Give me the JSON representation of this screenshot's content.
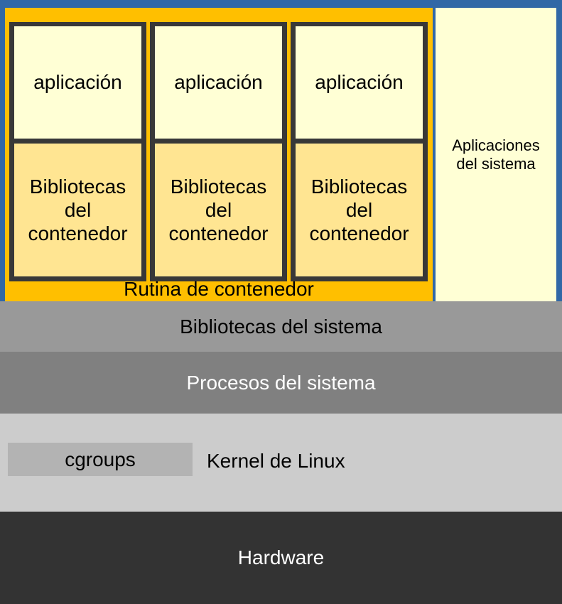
{
  "containers": [
    {
      "app": "aplicación",
      "libs": "Bibliotecas del contenedor"
    },
    {
      "app": "aplicación",
      "libs": "Bibliotecas del contenedor"
    },
    {
      "app": "aplicación",
      "libs": "Bibliotecas del contenedor"
    }
  ],
  "runtime_label": "Rutina de contenedor",
  "system_apps": "Aplicaciones del sistema",
  "system_libraries": "Bibliotecas del sistema",
  "system_processes": "Procesos del sistema",
  "cgroups": "cgroups",
  "kernel": "Kernel de Linux",
  "hardware": "Hardware",
  "colors": {
    "frame": "#3168a6",
    "runtime": "#ffbf00",
    "app": "#ffffd5",
    "container_libs": "#ffe592",
    "system_libraries": "#999999",
    "system_processes": "#808080",
    "kernel": "#cccccc",
    "cgroups": "#b3b3b3",
    "hardware": "#333333"
  }
}
